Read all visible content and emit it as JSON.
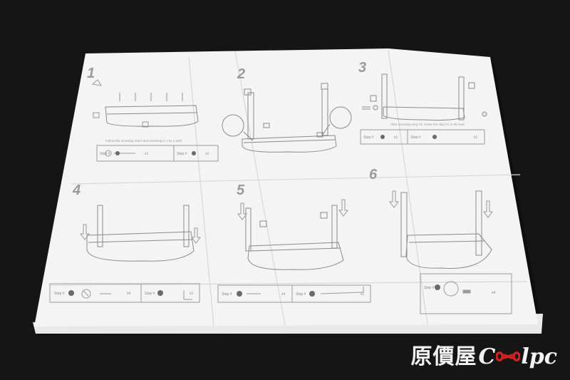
{
  "photo": {
    "subject": "assembly-instruction-sheet",
    "background_color": "#151515",
    "paper_color": "#f4f4f4",
    "line_color": "#8a8a8a",
    "steps": [
      {
        "number": "1",
        "caption": "Follow the screwing order and screwing in 1 by 1 path."
      },
      {
        "number": "2",
        "caption": ""
      },
      {
        "number": "3",
        "caption": "After screwing step #3, screw the step #1 to the end"
      },
      {
        "number": "4",
        "caption": ""
      },
      {
        "number": "5",
        "caption": ""
      },
      {
        "number": "6",
        "caption": ""
      }
    ],
    "boxes": [
      {
        "label": "Step #",
        "count": "x1"
      },
      {
        "label": "Step #",
        "count": "x1"
      },
      {
        "label": "Step #",
        "count": "x1"
      },
      {
        "label": "Step #",
        "count": "x1"
      },
      {
        "label": "Step #",
        "count": "x4"
      },
      {
        "label": "Step #",
        "count": "x1"
      },
      {
        "label": "Step #",
        "count": "x4"
      },
      {
        "label": "Step #",
        "count": "x1"
      },
      {
        "label": "Step #",
        "count": "x4"
      }
    ]
  },
  "watermark": {
    "cjk": "原價屋",
    "latin_prefix": "C",
    "latin_suffix": "lpc",
    "accent_color": "#d62020"
  }
}
